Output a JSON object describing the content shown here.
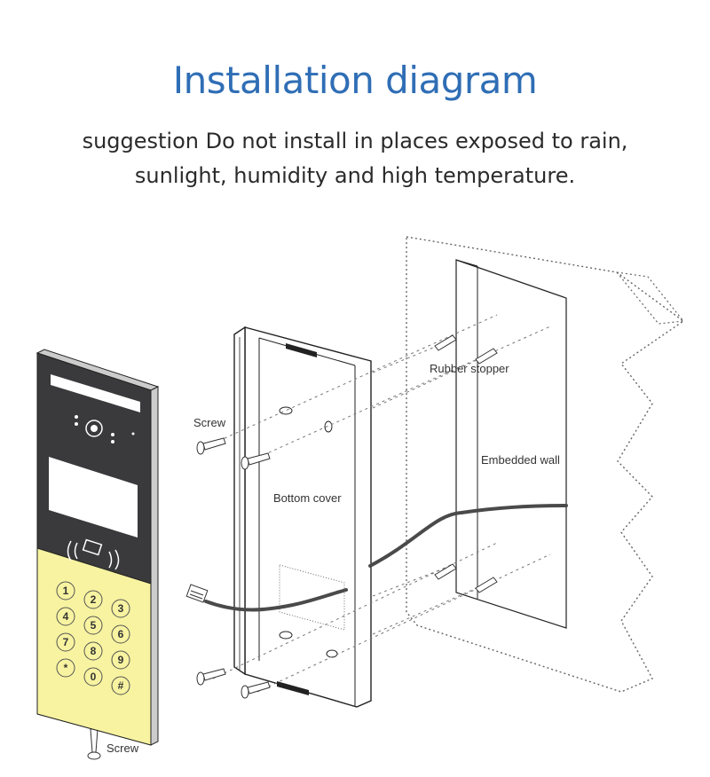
{
  "header": {
    "title": "Installation diagram",
    "suggestion": "suggestion Do not install in places exposed to rain, sunlight, humidity and high temperature."
  },
  "labels": {
    "screw_top": "Screw",
    "screw_bottom": "Screw",
    "bottom_cover": "Bottom cover",
    "rubber_stopper": "Rubber stopper",
    "embedded_wall": "Embedded wall"
  },
  "keypad": {
    "keys": [
      "1",
      "2",
      "3",
      "4",
      "5",
      "6",
      "7",
      "8",
      "9",
      "*",
      "0",
      "#"
    ]
  },
  "colors": {
    "title": "#2f6eb5",
    "keypad_bg": "#f7f3a0",
    "panel_dark": "#3a3a3c",
    "line": "#555555"
  }
}
